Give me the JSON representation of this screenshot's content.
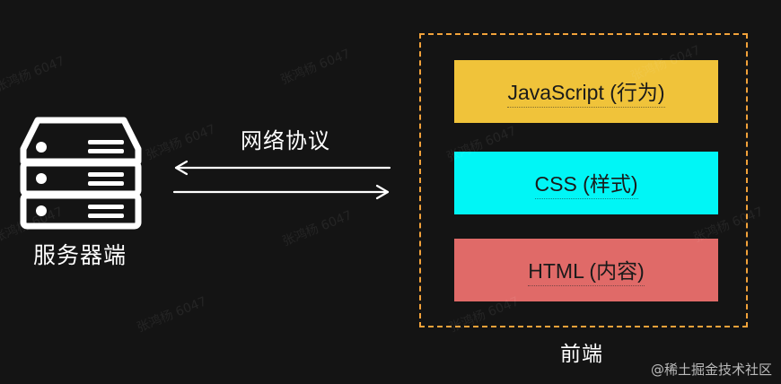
{
  "server": {
    "label": "服务器端",
    "icon": "server-rack-icon"
  },
  "protocol": {
    "label": "网络协议",
    "arrows": "bidirectional-arrows-icon"
  },
  "frontend": {
    "label": "前端",
    "frame_color": "#f2a23a",
    "layers": [
      {
        "label": "JavaScript (行为)",
        "color": "#f0c33a"
      },
      {
        "label": "CSS (样式)",
        "color": "#00f6f6"
      },
      {
        "label": "HTML (内容)",
        "color": "#e06a68"
      }
    ]
  },
  "watermark": {
    "author": "张鸿杨 6047",
    "brand": "@稀土掘金技术社区"
  }
}
